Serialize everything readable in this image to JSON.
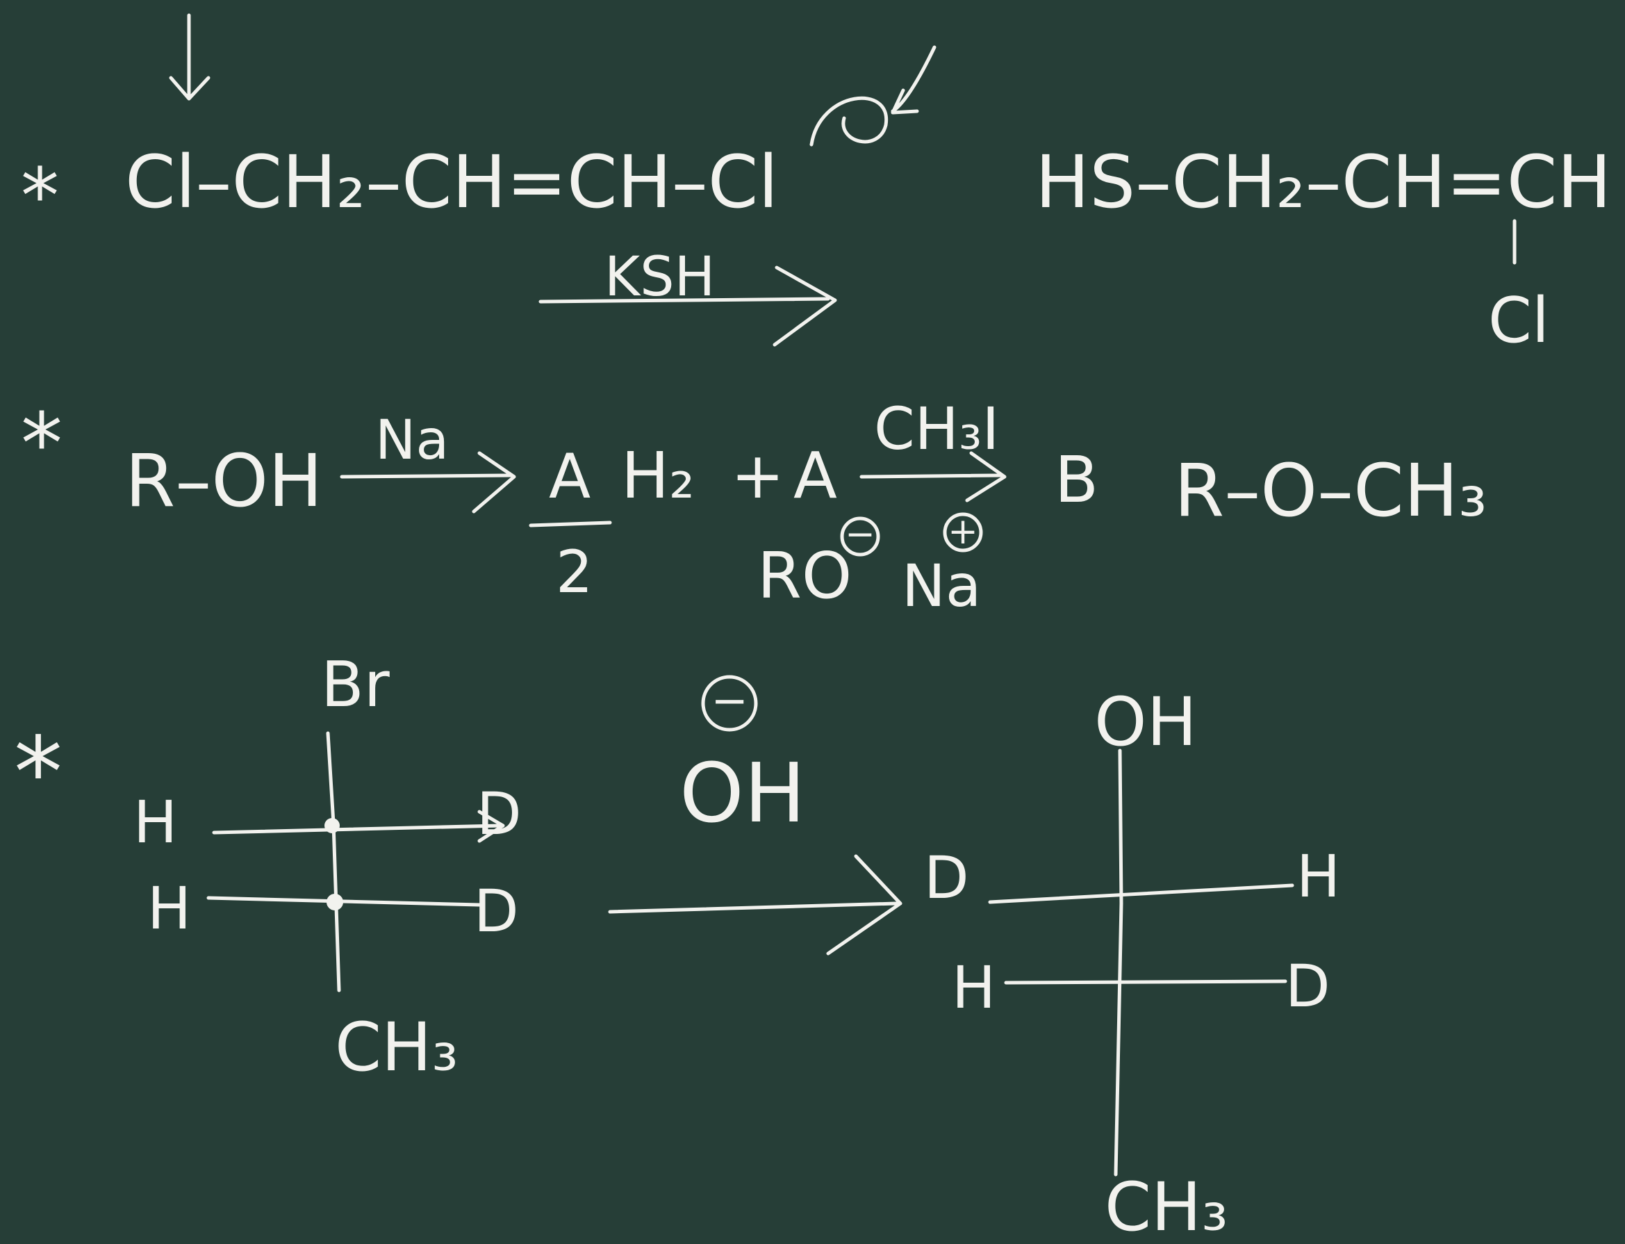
{
  "board": {
    "background": "#263e37",
    "ink": "#f2f2ee"
  },
  "reaction1": {
    "bullet": "*",
    "reactant": "Cl–CH₂–CH=CH–Cl",
    "reagent": "KSH",
    "product_main": "HS–CH₂–CH=CH",
    "product_sub": "Cl"
  },
  "reaction2": {
    "bullet": "*",
    "reactant": "R–OH",
    "reagent1": "Na",
    "coef_num": "A",
    "coef_den": "2",
    "hydrogen": "H₂",
    "plus": "+",
    "intermediate": "A",
    "reagent2": "CH₃I",
    "product_label": "B",
    "anion": "RO",
    "minus": "−",
    "cation": "Na",
    "plus_charge": "+",
    "product_formula": "R–O–CH₃"
  },
  "reaction3": {
    "bullet": "*",
    "left_top": "Br",
    "left_h1": "H",
    "left_d1": "D",
    "left_h2": "H",
    "left_d2": "D",
    "left_bottom": "CH₃",
    "reagent_charge": "−",
    "reagent": "OH",
    "right_top": "OH",
    "right_d1": "D",
    "right_h1": "H",
    "right_h2": "H",
    "right_d2": "D",
    "right_bottom": "CH₃"
  }
}
